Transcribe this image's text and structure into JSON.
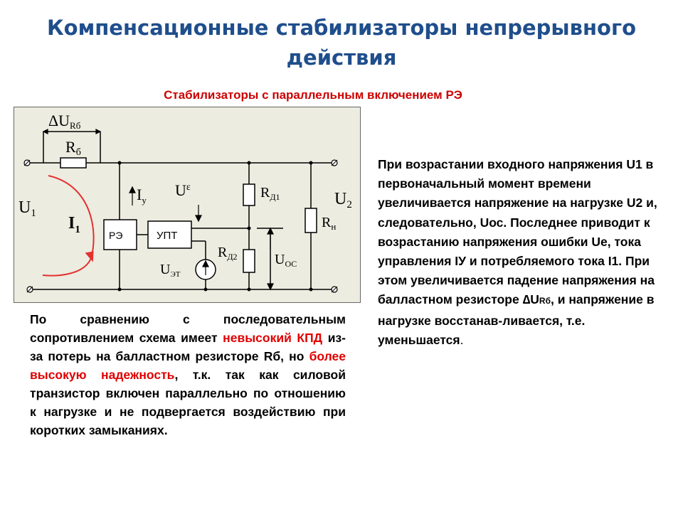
{
  "title": "Компенсационные стабилизаторы непрерывного действия",
  "subtitle": "Стабилизаторы с параллельным включением РЭ",
  "diagram": {
    "delta_u_rb": "ΔU",
    "delta_u_rb_sub": "Rб",
    "r_b": "R",
    "r_b_sub": "б",
    "u1": "U",
    "u1_sub": "1",
    "i1": "I",
    "i1_sub": "1",
    "iy": "I",
    "iy_sub": "у",
    "ue": "U",
    "ue_sub": "ε",
    "re_block": "РЭ",
    "upt_block": "УПТ",
    "uet": "U",
    "uet_sub": "ЭТ",
    "rd1": "R",
    "rd1_sub": "Д1",
    "rd2": "R",
    "rd2_sub": "Д2",
    "uoc": "U",
    "uoc_sub": "ОС",
    "u2": "U",
    "u2_sub": "2",
    "rn": "R",
    "rn_sub": "н"
  },
  "left_text": {
    "part1": "По сравнению с последовательным сопротивлением схема имеет ",
    "highlight1": "невысокий КПД",
    "part2": " из-за потерь на балластном резисторе Rб, но ",
    "highlight2": "более высокую надежность",
    "part3": ", т.к. так как силовой транзистор включен параллельно по отношению к нагрузке и не подвергается воздействию при коротких замыканиях."
  },
  "right_text": {
    "main": "При возрастании входного напряжения U1 в первоначальный момент времени увеличивается напряжение на нагрузке U2 и, следовательно, Uос. Последнее приводит к возрастанию напряжения ошибки Ue, тока управления IУ и потребляемого тока I1. При этом увеличивается падение напряжения на балластном резисторе ∆U",
    "sub": "Rб",
    "tail": ",  и напряжение в нагрузке восстанав-ливается, т.е. уменьшается",
    "end": "."
  },
  "colors": {
    "title": "#1f4e8c",
    "subtitle": "#cc0000",
    "highlight": "#e00000",
    "current_arrow": "#e53030",
    "diagram_bg": "#ecece0"
  }
}
